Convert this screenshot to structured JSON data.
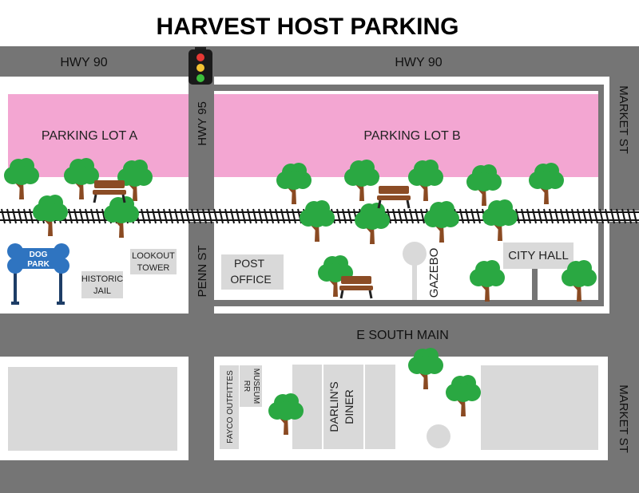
{
  "title": "HARVEST HOST PARKING",
  "roads": {
    "hwy90_left": "HWY 90",
    "hwy90_right": "HWY 90",
    "hwy95": "HWY 95",
    "penn_st": "PENN ST",
    "market_st_top": "MARKET ST",
    "market_st_bottom": "MARKET ST",
    "e_south_main": "E SOUTH MAIN"
  },
  "lots": {
    "a": "PARKING LOT A",
    "b": "PARKING LOT B"
  },
  "places": {
    "dog_park_line1": "DOG",
    "dog_park_line2": "PARK",
    "lookout_tower_line1": "LOOKOUT",
    "lookout_tower_line2": "TOWER",
    "historic_jail_line1": "HISTORIC",
    "historic_jail_line2": "JAIL",
    "post_office_line1": "POST",
    "post_office_line2": "OFFICE",
    "gazebo": "GAZEBO",
    "city_hall": "CITY HALL",
    "fayco_outfitters": "FAYCO OUTFITTES",
    "rr_museum_line1": "RR",
    "rr_museum_line2": "MUSEUM",
    "darlins_diner_line1": "DARLIN'S",
    "darlins_diner_line2": "DINER"
  },
  "colors": {
    "road": "#757575",
    "block": "#ffffff",
    "parking": "#f3a6d2",
    "building": "#d9d9d9",
    "dog_park_sign": "#2f74c0",
    "tree_leaf": "#2aa842",
    "tree_trunk": "#8a4a22",
    "bench": "#8b4c25"
  }
}
